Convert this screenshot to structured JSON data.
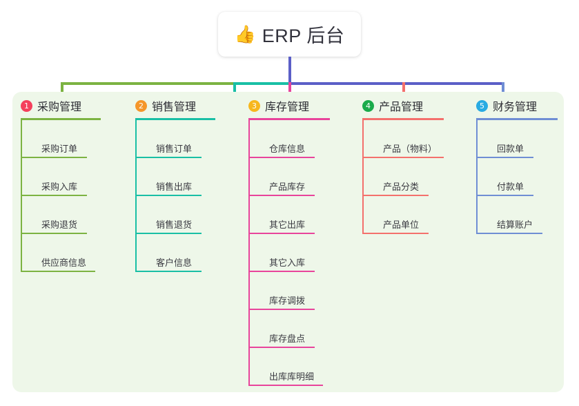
{
  "title": {
    "emoji": "👍",
    "emoji_name": "thumbs-up-icon",
    "text": "ERP 后台"
  },
  "colors": {
    "panel_bg": "#eef7e9",
    "trunk": "#5b5fc7",
    "bus_left": "#7cb342",
    "bus_mid": "#19bfa5",
    "bus_right": "#5b5fc7"
  },
  "columns": [
    {
      "number": "1",
      "label": "采购管理",
      "badge_color": "#f4405c",
      "line_color": "#7cb342",
      "rule_width": 116,
      "items": [
        {
          "label": "采购订单",
          "rule_width": 96
        },
        {
          "label": "采购入库",
          "rule_width": 96
        },
        {
          "label": "采购退货",
          "rule_width": 96
        },
        {
          "label": "供应商信息",
          "rule_width": 108
        }
      ]
    },
    {
      "number": "2",
      "label": "销售管理",
      "badge_color": "#f5962a",
      "line_color": "#19bfa5",
      "rule_width": 116,
      "items": [
        {
          "label": "销售订单",
          "rule_width": 96
        },
        {
          "label": "销售出库",
          "rule_width": 96
        },
        {
          "label": "销售退货",
          "rule_width": 96
        },
        {
          "label": "客户信息",
          "rule_width": 96
        }
      ]
    },
    {
      "number": "3",
      "label": "库存管理",
      "badge_color": "#f7b71d",
      "line_color": "#e8449b",
      "rule_width": 118,
      "items": [
        {
          "label": "仓库信息",
          "rule_width": 96
        },
        {
          "label": "产品库存",
          "rule_width": 96
        },
        {
          "label": "其它出库",
          "rule_width": 96
        },
        {
          "label": "其它入库",
          "rule_width": 96
        },
        {
          "label": "库存调拨",
          "rule_width": 96
        },
        {
          "label": "库存盘点",
          "rule_width": 96
        },
        {
          "label": "出库库明细",
          "rule_width": 108
        }
      ]
    },
    {
      "number": "4",
      "label": "产品管理",
      "badge_color": "#1aab4b",
      "line_color": "#f4706c",
      "rule_width": 118,
      "items": [
        {
          "label": "产品（物料）",
          "rule_width": 118
        },
        {
          "label": "产品分类",
          "rule_width": 96
        },
        {
          "label": "产品单位",
          "rule_width": 96
        }
      ]
    },
    {
      "number": "5",
      "label": "财务管理",
      "badge_color": "#29abe2",
      "line_color": "#6f8ed4",
      "rule_width": 118,
      "items": [
        {
          "label": "回款单",
          "rule_width": 83
        },
        {
          "label": "付款单",
          "rule_width": 83
        },
        {
          "label": "结算账户",
          "rule_width": 96
        }
      ]
    }
  ]
}
